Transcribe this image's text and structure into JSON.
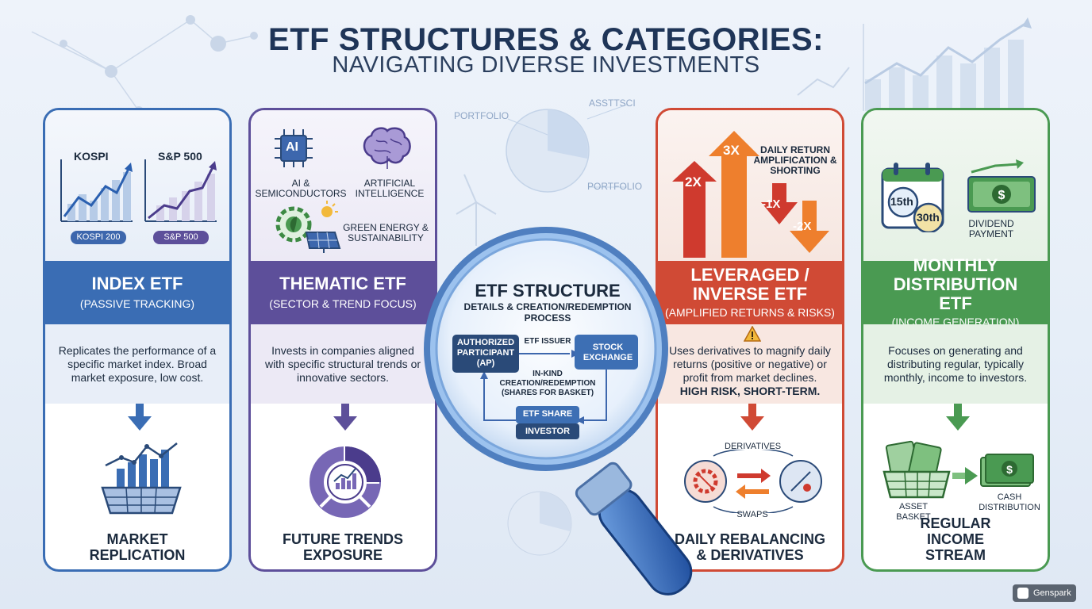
{
  "header": {
    "title": "ETF STRUCTURES & CATEGORIES:",
    "subtitle": "NAVIGATING DIVERSE INVESTMENTS"
  },
  "background_labels": {
    "portfolio_top": "PORTFOLIO",
    "assets": "ASSTTSCI",
    "portfolio_right": "PORTFOLIO"
  },
  "cards": {
    "index": {
      "color": "#3a6db4",
      "chart1_label": "KOSPI",
      "chart2_label": "S&P 500",
      "pill1": "KOSPI 200",
      "pill2": "S&P 500",
      "title": "INDEX ETF",
      "subtitle": "(PASSIVE TRACKING)",
      "description": "Replicates the performance of a specific market index. Broad market exposure, low cost.",
      "footer": "MARKET REPLICATION"
    },
    "thematic": {
      "color": "#5d4f9a",
      "ai_chip_text": "AI",
      "icon1_label": "AI & SEMICONDUCTORS",
      "icon2_label": "ARTIFICIAL INTELLIGENCE",
      "icon3_label": "GREEN ENERGY & SUSTAINABILITY",
      "title": "THEMATIC ETF",
      "subtitle": "(SECTOR & TREND FOCUS)",
      "description": "Invests in companies aligned with specific structural trends or innovative sectors.",
      "footer": "FUTURE TRENDS EXPOSURE"
    },
    "leveraged": {
      "color": "#d04a35",
      "arrow_2x": "2X",
      "arrow_3x": "3X",
      "arrow_neg1x": "-1X",
      "arrow_neg2x": "-2X",
      "top_label": "DAILY RETURN AMPLIFICATION & SHORTING",
      "title": "LEVERAGED / INVERSE ETF",
      "subtitle": "(AMPLIFIED RETURNS & RISKS)",
      "description": "Uses derivatives to magnify daily returns (positive or negative) or profit from market declines.",
      "warning": "HIGH RISK, SHORT-TERM.",
      "label_derivatives": "DERIVATIVES",
      "label_swaps": "SWAPS",
      "footer": "DAILY REBALANCING & DERIVATIVES"
    },
    "monthly": {
      "color": "#4a9a52",
      "date1": "15th",
      "date2": "30th",
      "payment_label": "DIVIDEND PAYMENT",
      "title": "MONTHLY DISTRIBUTION ETF",
      "subtitle": "(INCOME GENERATION)",
      "description": "Focuses on generating and distributing regular, typically monthly, income to investors.",
      "label_asset": "ASSET BASKET",
      "label_cash": "CASH DISTRIBUTION",
      "footer": "REGULAR INCOME STREAM"
    }
  },
  "magnifier": {
    "title": "ETF STRUCTURE",
    "subtitle": "DETAILS & CREATION/REDEMPTION PROCESS",
    "ap": "AUTHORIZED PARTICIPANT (AP)",
    "issuer": "ETF ISSUER",
    "exchange": "STOCK EXCHANGE",
    "inkind": "IN-KIND CREATION/REDEMPTION (SHARES FOR BASKET)",
    "etf_share": "ETF SHARE",
    "investor": "INVESTOR"
  },
  "watermark": "Genspark"
}
